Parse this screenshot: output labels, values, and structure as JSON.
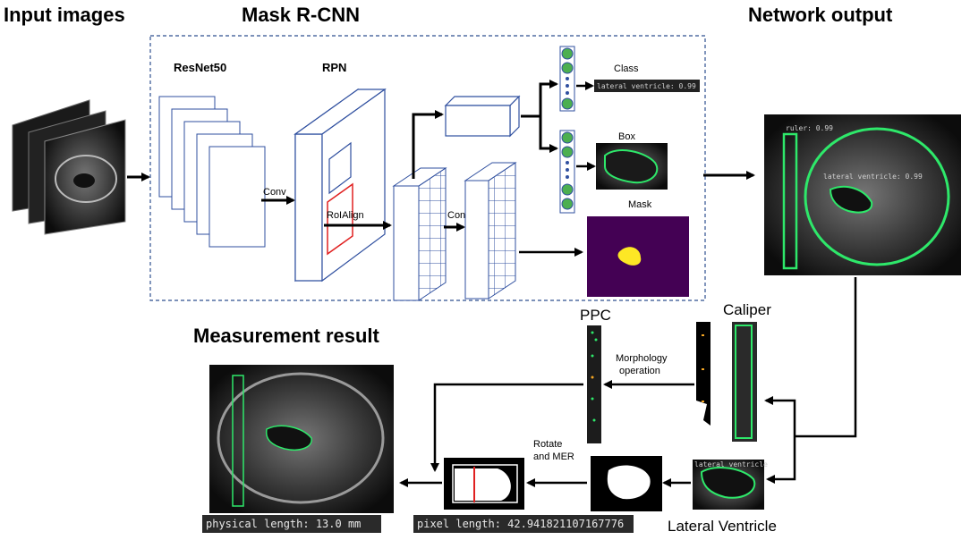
{
  "titles": {
    "input_images": "Input images",
    "mask_rcnn": "Mask R-CNN",
    "network_output": "Network output",
    "measurement_result": "Measurement result"
  },
  "labels": {
    "resnet50": "ResNet50",
    "rpn": "RPN",
    "conv1": "Conv",
    "roialign": "RoIAlign",
    "conv2": "Conv",
    "class": "Class",
    "box": "Box",
    "mask": "Mask",
    "ppc": "PPC",
    "caliper": "Caliper",
    "morphology_line1": "Morphology",
    "morphology_line2": "operation",
    "rotate_line1": "Rotate",
    "rotate_line2": "and MER",
    "lateral_ventricle": "Lateral Ventricle"
  },
  "overlays": {
    "class_score": "lateral ventricle: 0.99",
    "net_caliper": "ruler: 0.99",
    "net_lv": "lateral ventricle: 0.99",
    "lv_crop": "lateral ventricle"
  },
  "readouts": {
    "physical_length": "physical length: 13.0 mm",
    "pixel_length": "pixel length: 42.941821107167776"
  },
  "colors": {
    "dashed_box": "#2f4f8f",
    "block_stroke": "#2f4f9f",
    "node_fill": "#4caf50",
    "mask_bg": "#440154",
    "mask_blob": "#fde725",
    "detection_green": "#2ee86a",
    "rpn_highlight": "#e02020"
  }
}
